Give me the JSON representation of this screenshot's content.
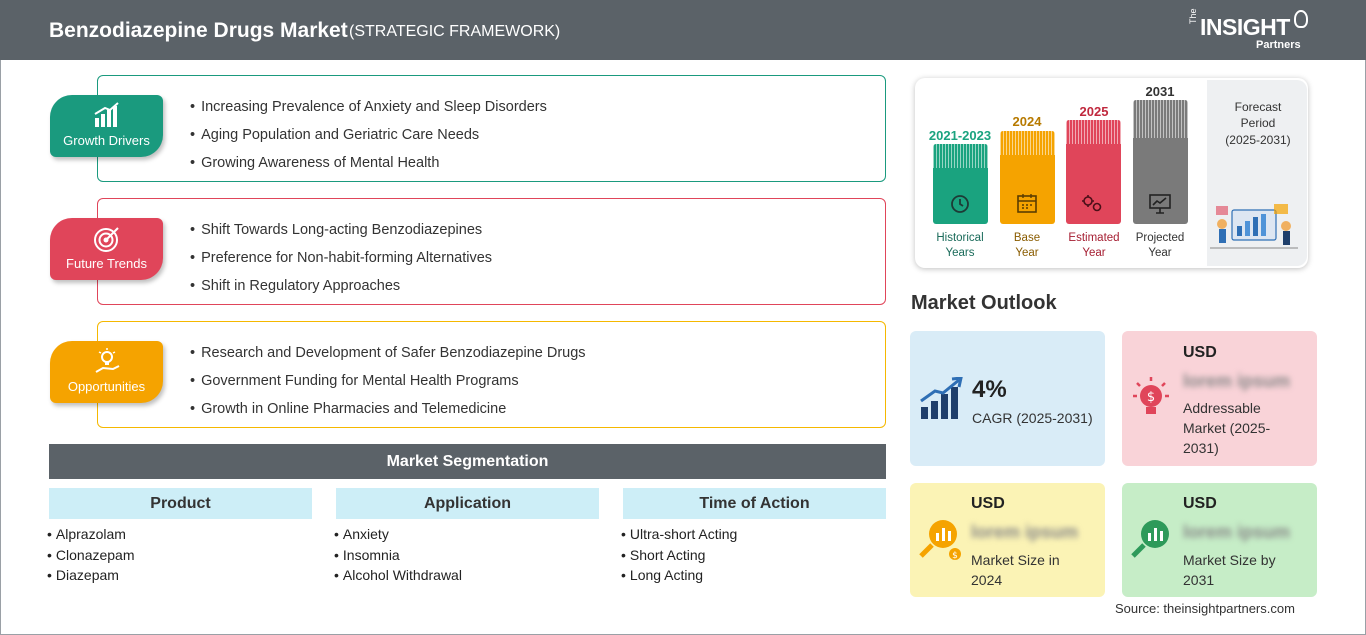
{
  "header": {
    "title": "Benzodiazepine Drugs Market",
    "subtitle": "(STRATEGIC FRAMEWORK)",
    "logo_main": "INSIGHT",
    "logo_the": "The",
    "logo_partners": "Partners"
  },
  "colors": {
    "growth": "#1a9a7e",
    "trends": "#e0455a",
    "opportunities": "#f5a300",
    "header": "#5b6268"
  },
  "framework": {
    "growth_drivers": {
      "label": "Growth Drivers",
      "icon": "bar-chart-growth-icon",
      "items": [
        "Increasing Prevalence of Anxiety and Sleep Disorders",
        "Aging Population and Geriatric Care Needs",
        "Growing Awareness of Mental Health"
      ]
    },
    "future_trends": {
      "label": "Future Trends",
      "icon": "target-icon",
      "items": [
        "Shift Towards Long-acting Benzodiazepines",
        "Preference for Non-habit-forming Alternatives",
        "Shift in Regulatory Approaches"
      ]
    },
    "opportunities": {
      "label": "Opportunities",
      "icon": "hand-lightbulb-icon",
      "items": [
        "Research and Development of Safer Benzodiazepine Drugs",
        "Government Funding for Mental Health Programs",
        "Growth in Online Pharmacies and Telemedicine"
      ]
    }
  },
  "segmentation": {
    "title": "Market Segmentation",
    "columns": [
      {
        "heading": "Product",
        "items": [
          "Alprazolam",
          "Clonazepam",
          "Diazepam"
        ]
      },
      {
        "heading": "Application",
        "items": [
          "Anxiety",
          "Insomnia",
          "Alcohol Withdrawal"
        ]
      },
      {
        "heading": "Time of Action",
        "items": [
          "Ultra-short Acting",
          "Short Acting",
          "Long Acting"
        ]
      }
    ]
  },
  "timeline": {
    "periods": [
      {
        "year": "2021-2023",
        "label_line1": "Historical",
        "label_line2": "Years",
        "icon": "history-icon",
        "color": "#1aa37f"
      },
      {
        "year": "2024",
        "label_line1": "Base",
        "label_line2": "Year",
        "icon": "calendar-icon",
        "color": "#f5a300"
      },
      {
        "year": "2025",
        "label_line1": "Estimated",
        "label_line2": "Year",
        "icon": "gears-icon",
        "color": "#e0455a"
      },
      {
        "year": "2031",
        "label_line1": "Projected",
        "label_line2": "Year",
        "icon": "presentation-icon",
        "color": "#7a7a7a"
      }
    ],
    "forecast_line1": "Forecast",
    "forecast_line2": "Period",
    "forecast_line3": "(2025-2031)"
  },
  "outlook": {
    "title": "Market Outlook",
    "cagr_value": "4%",
    "cagr_label": "CAGR (2025-2031)",
    "addressable_currency": "USD",
    "addressable_value": "lorem ipsum",
    "addressable_label_line1": "Addressable",
    "addressable_label_line2": "Market (2025-",
    "addressable_label_line3": "2031)",
    "size2024_currency": "USD",
    "size2024_value": "lorem ipsum",
    "size2024_label_line1": "Market Size in",
    "size2024_label_line2": "2024",
    "size2031_currency": "USD",
    "size2031_value": "lorem ipsum",
    "size2031_label_line1": "Market Size by",
    "size2031_label_line2": "2031"
  },
  "source": "Source: theinsightpartners.com"
}
